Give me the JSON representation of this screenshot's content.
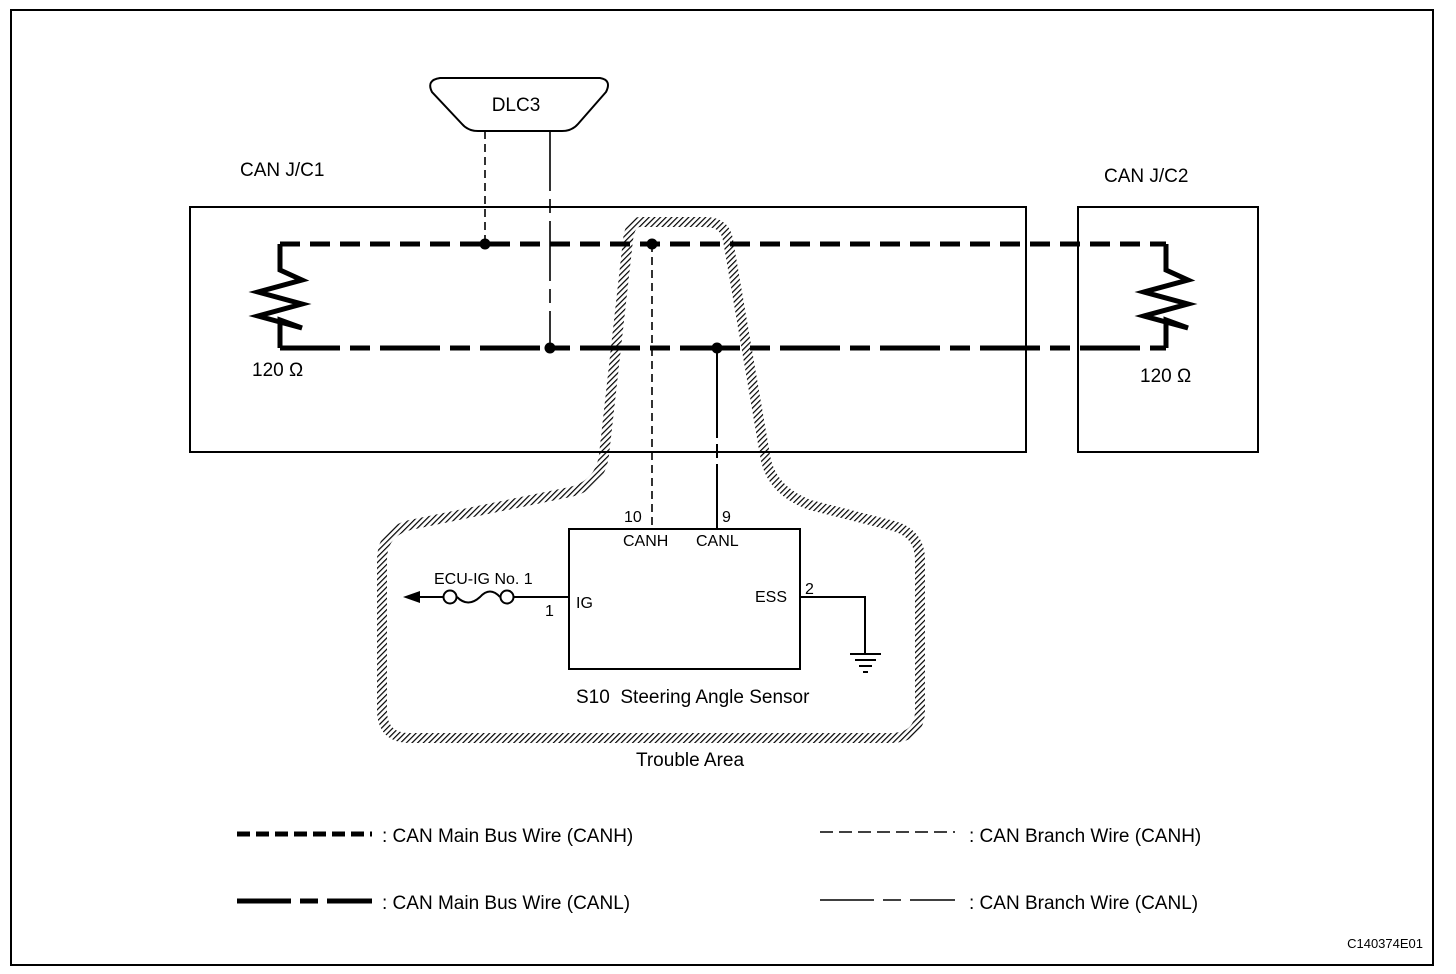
{
  "diagram": {
    "figure_id": "C140374E01",
    "connector_dlc": {
      "label": "DLC3"
    },
    "junction_1": {
      "label": "CAN J/C1",
      "resistor": "120 Ω"
    },
    "junction_2": {
      "label": "CAN J/C2",
      "resistor": "120 Ω"
    },
    "sensor": {
      "label": "S10  Steering Angle Sensor",
      "pins": [
        {
          "number": "10",
          "name": "CANH"
        },
        {
          "number": "9",
          "name": "CANL"
        },
        {
          "number": "1",
          "name": "IG"
        },
        {
          "number": "2",
          "name": "ESS"
        }
      ],
      "fuse": "ECU-IG No. 1"
    },
    "trouble_area": "Trouble Area",
    "legend": [
      {
        "style": "main-canh",
        "label": ": CAN Main Bus Wire (CANH)"
      },
      {
        "style": "main-canl",
        "label": ": CAN Main Bus Wire (CANL)"
      },
      {
        "style": "branch-canh",
        "label": ": CAN Branch Wire (CANH)"
      },
      {
        "style": "branch-canl",
        "label": ": CAN Branch Wire (CANL)"
      }
    ],
    "colors": {
      "ink": "#000000",
      "background": "#ffffff"
    }
  }
}
